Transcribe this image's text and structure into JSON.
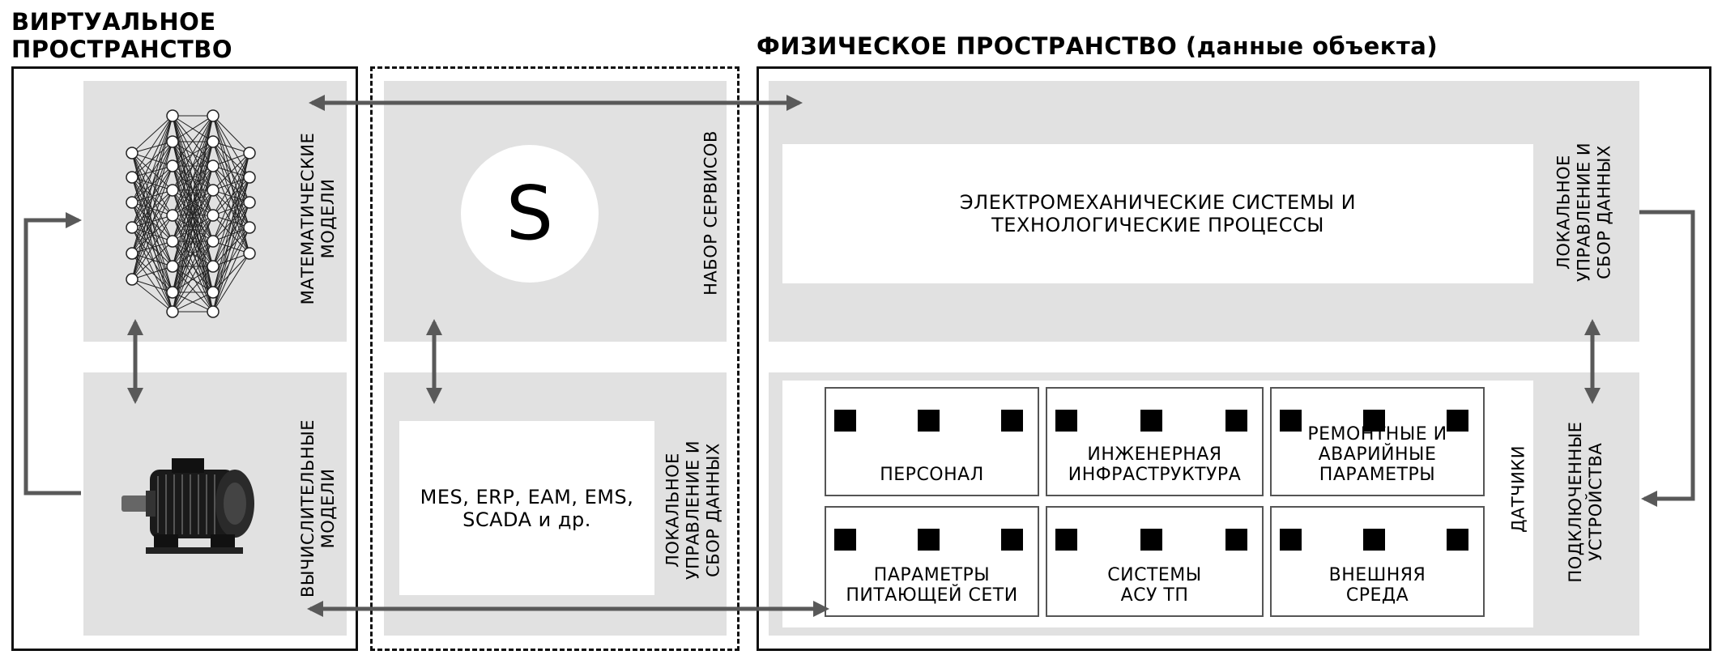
{
  "titles": {
    "virtual": "ВИРТУАЛЬНОЕ\nПРОСТРАНСТВО",
    "physical": "ФИЗИЧЕСКОЕ ПРОСТРАНСТВО (данные объекта)"
  },
  "virtual": {
    "math_models": "МАТЕМАТИЧЕСКИЕ\nМОДЕЛИ",
    "comp_models": "ВЫЧИСЛИТЕЛЬНЫЕ\nМОДЕЛИ"
  },
  "services": {
    "s_letter": "S",
    "set_label": "НАБОР СЕРВИСОВ",
    "systems_text": "MES, ERP, EAM, EMS,\nSCADA и др.",
    "local_label": "ЛОКАЛЬНОЕ\nУПРАВЛЕНИЕ И\nСБОР ДАННЫХ"
  },
  "physical": {
    "em_systems": "ЭЛЕКТРОМЕХАНИЧЕСКИЕ СИСТЕМЫ И\nТЕХНОЛОГИЧЕСКИЕ ПРОЦЕССЫ",
    "local_label": "ЛОКАЛЬНОЕ\nУПРАВЛЕНИЕ И\nСБОР ДАННЫХ",
    "sensors_label": "ДАТЧИКИ",
    "devices_label": "ПОДКЛЮЧЕННЫЕ\nУСТРОЙСТВА",
    "cells": [
      "ПЕРСОНАЛ",
      "ИНЖЕНЕРНАЯ\nИНФРАСТРУКТУРА",
      "РЕМОНТНЫЕ И\nАВАРИЙНЫЕ\nПАРАМЕТРЫ",
      "ПАРАМЕТРЫ\nПИТАЮЩЕЙ СЕТИ",
      "СИСТЕМЫ\nАСУ ТП",
      "ВНЕШНЯЯ\nСРЕДА"
    ]
  },
  "colors": {
    "panel_gray": "#e1e1e1",
    "arrow": "#595959",
    "frame": "#111111"
  }
}
